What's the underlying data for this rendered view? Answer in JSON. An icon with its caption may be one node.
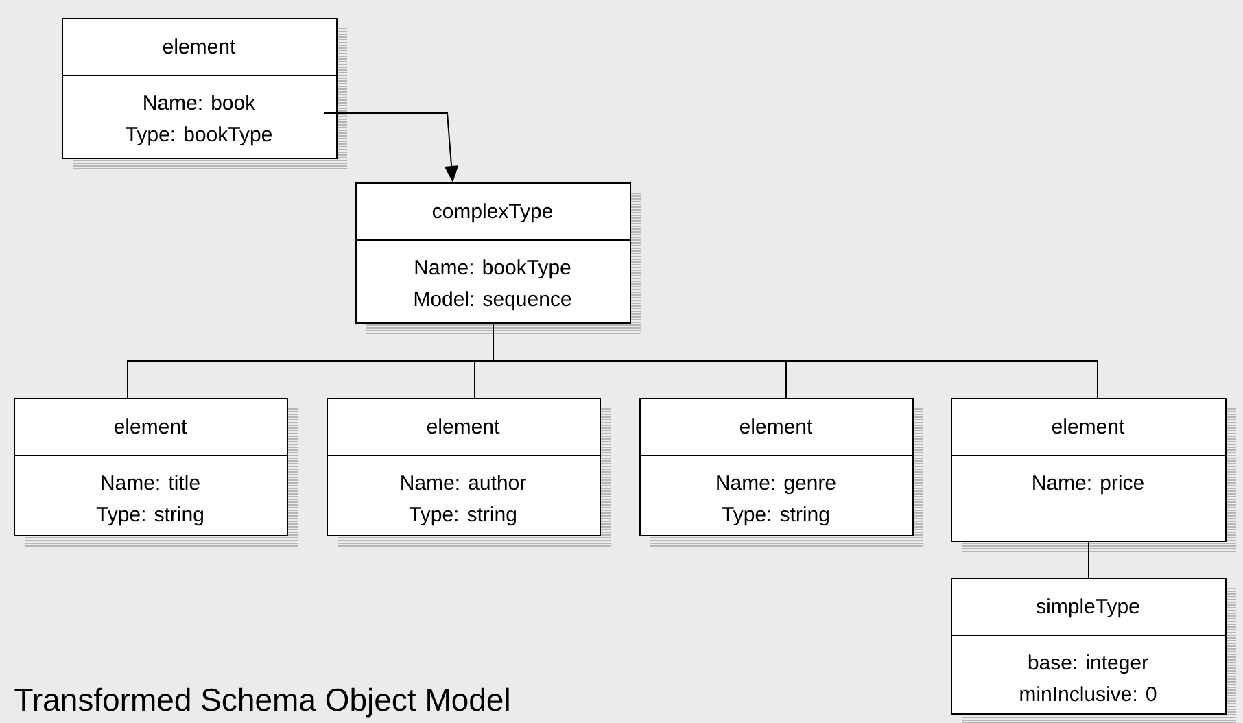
{
  "diagram": {
    "title": "Transformed Schema Object Model",
    "nodes": [
      {
        "text": [
          "element",
          "Name: book",
          "Type: bookType"
        ]
      },
      {
        "text": [
          "complexType",
          "Name: bookType",
          "Model: sequence"
        ]
      },
      {
        "text": [
          "element",
          "Name: title",
          "Type: string"
        ]
      },
      {
        "text": [
          "element",
          "Name: author",
          "Type: string"
        ]
      },
      {
        "text": [
          "element",
          "Name: genre",
          "Type: string"
        ]
      },
      {
        "text": [
          "element",
          "Name: price"
        ]
      },
      {
        "text": [
          "simpleType",
          "base: integer",
          "minInclusive: 0"
        ]
      }
    ],
    "edges": [
      {
        "from": 0,
        "to": 1,
        "arrow": "to"
      },
      {
        "from": 1,
        "to": 2,
        "arrow": "none"
      },
      {
        "from": 1,
        "to": 3,
        "arrow": "none"
      },
      {
        "from": 1,
        "to": 4,
        "arrow": "none"
      },
      {
        "from": 1,
        "to": 5,
        "arrow": "none"
      },
      {
        "from": 5,
        "to": 6,
        "arrow": "none"
      }
    ]
  }
}
